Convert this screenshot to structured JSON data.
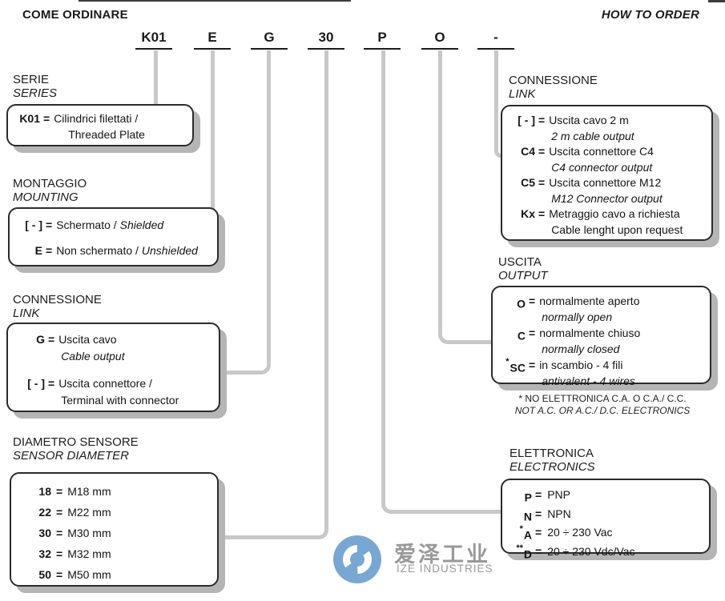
{
  "page": {
    "title_it": "COME ORDINARE",
    "title_en": "HOW TO ORDER"
  },
  "sym": {
    "eq": "="
  },
  "order_code": {
    "segments": [
      "K01",
      "E",
      "G",
      "30",
      "P",
      "O",
      "-"
    ]
  },
  "sections": {
    "serie": {
      "heading_it": "SERIE",
      "heading_en": "SERIES",
      "rows": [
        {
          "key": "K01",
          "line1": "Cilindrici filettati /",
          "line2": "Threaded Plate"
        }
      ]
    },
    "montaggio": {
      "heading_it": "MONTAGGIO",
      "heading_en": "MOUNTING",
      "rows": [
        {
          "key": "[ - ]",
          "text": "Schermato /",
          "text_italic": "Shielded"
        },
        {
          "key": "E",
          "text": "Non schermato /",
          "text_italic": "Unshielded"
        }
      ]
    },
    "connessione_left": {
      "heading_it": "CONNESSIONE",
      "heading_en": "LINK",
      "rows": [
        {
          "key": "G",
          "line1": "Uscita cavo",
          "line2": "Cable output"
        },
        {
          "key": "[ - ]",
          "line1": "Uscita connettore /",
          "line2": "Terminal with connector"
        }
      ]
    },
    "diametro": {
      "heading_it": "DIAMETRO SENSORE",
      "heading_en": "SENSOR DIAMETER",
      "rows": [
        {
          "key": "18",
          "value": "M18 mm"
        },
        {
          "key": "22",
          "value": "M22 mm"
        },
        {
          "key": "30",
          "value": "M30 mm"
        },
        {
          "key": "32",
          "value": "M32 mm"
        },
        {
          "key": "50",
          "value": "M50 mm"
        }
      ]
    },
    "connessione_right": {
      "heading_it": "CONNESSIONE",
      "heading_en": "LINK",
      "rows": [
        {
          "key": "[ - ]",
          "line1": "Uscita cavo 2 m",
          "line2": "2 m cable output"
        },
        {
          "key": "C4",
          "line1": "Uscita connettore C4",
          "line2": "C4 connector output"
        },
        {
          "key": "C5",
          "line1": "Uscita connettore M12",
          "line2": "M12 Connector output"
        },
        {
          "key": "Kx",
          "line1": "Metraggio cavo a richiesta",
          "line2": "Cable lenght upon request"
        }
      ]
    },
    "uscita": {
      "heading_it": "USCITA",
      "heading_en": "OUTPUT",
      "rows": [
        {
          "sup": "",
          "key": "O",
          "line1": "normalmente aperto",
          "line2": "normally open"
        },
        {
          "sup": "",
          "key": "C",
          "line1": "normalmente chiuso",
          "line2": "normally closed"
        },
        {
          "sup": "*",
          "key": "SC",
          "line1": "in scambio - 4 fili",
          "line2": "antivalent - 4 wires"
        }
      ],
      "footnote_line1": "* NO ELETTRONICA C.A. O C.A./ C.C.",
      "footnote_line2": "NOT A.C. OR A.C./ D.C. ELECTRONICS"
    },
    "elettronica": {
      "heading_it": "ELETTRONICA",
      "heading_en": "ELECTRONICS",
      "rows": [
        {
          "sup": "",
          "key": "P",
          "value": "PNP"
        },
        {
          "sup": "",
          "key": "N",
          "value": "NPN"
        },
        {
          "sup": "*",
          "key": "A",
          "value": "20 ÷ 230 Vac"
        },
        {
          "sup": "**",
          "key": "D",
          "value": "20 ÷ 230 Vdc/Vac"
        }
      ]
    }
  },
  "logo": {
    "text_cn": "爱泽工业",
    "text_en": "IZE INDUSTRIES",
    "color": "#79a7d4"
  },
  "colors": {
    "connector": "#c8c8c8",
    "box_border": "#2b2b2b",
    "box_shadow": "#b5b5b5"
  }
}
